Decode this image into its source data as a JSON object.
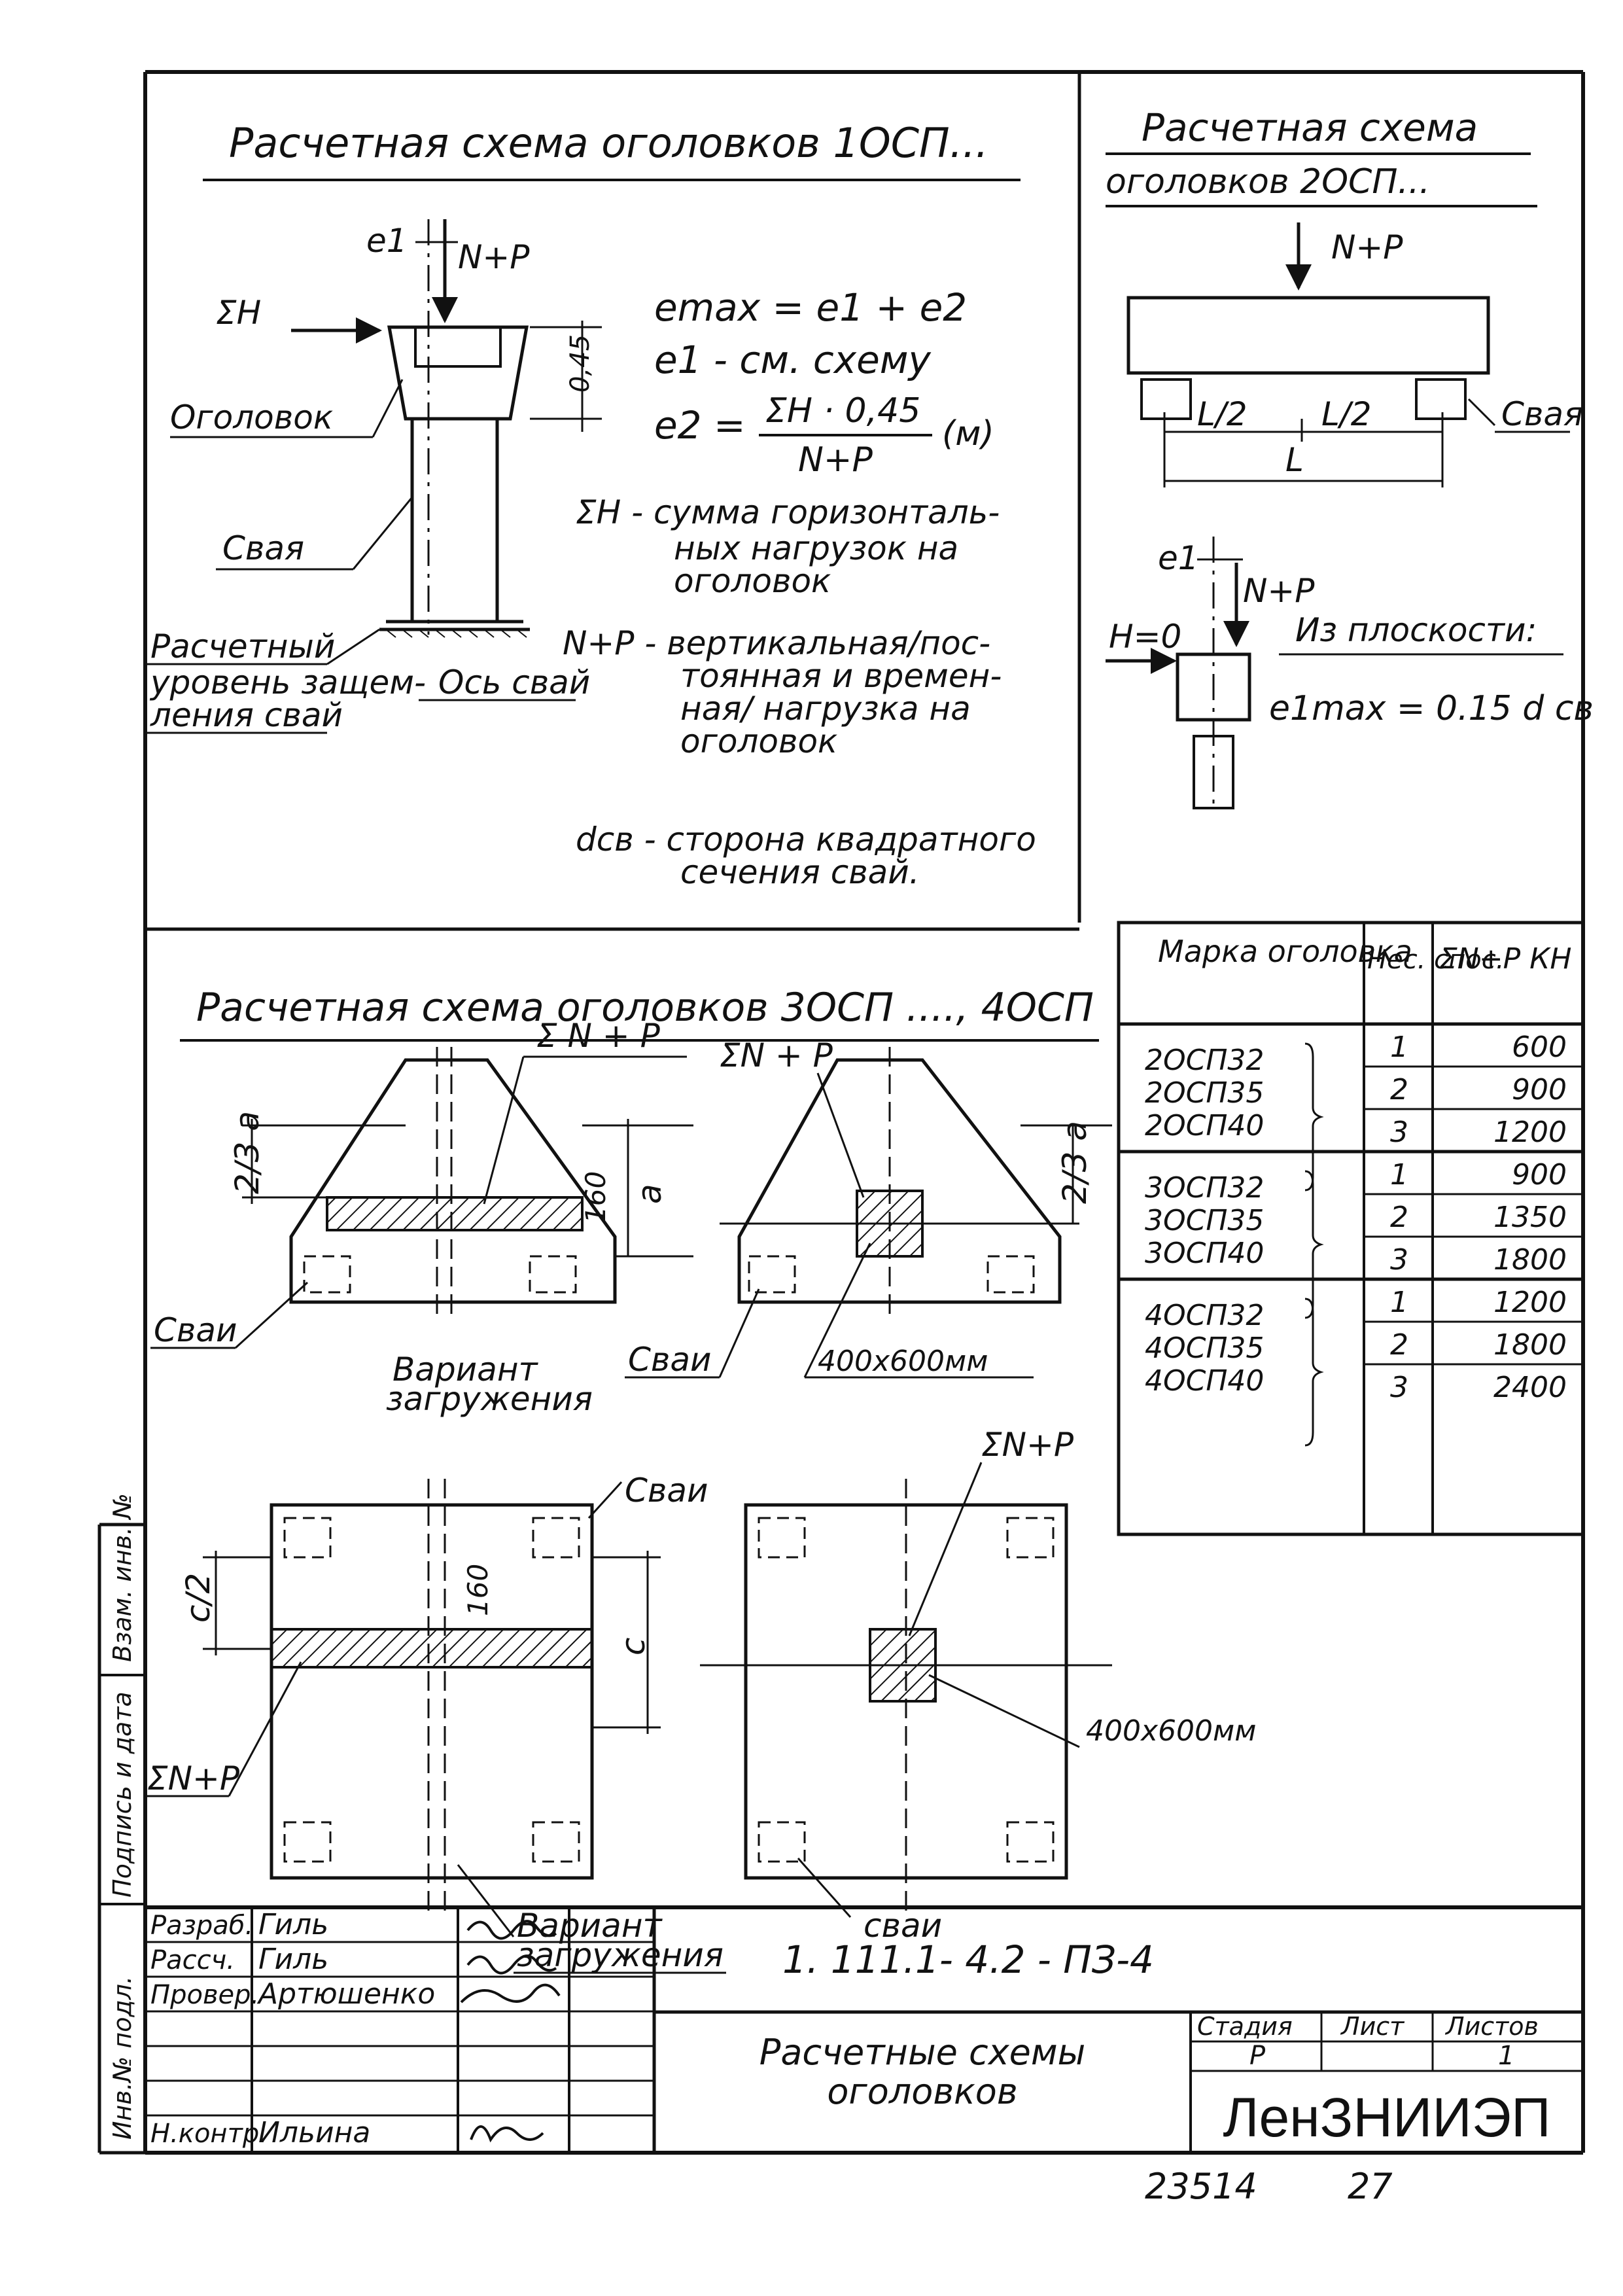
{
  "panel1": {
    "title": "Расчетная схема оголовков 1ОСП...",
    "label_l1": "e1",
    "label_np": "N+P",
    "label_sh": "ΣH",
    "label_dim": "0,45",
    "label_head": "Оголовок",
    "label_pile": "Свая",
    "label_level_1": "Расчетный",
    "label_level_2": "уровень защем-",
    "label_level_3": "ления свай",
    "label_axis": "Ось свай",
    "f_emax": "emax = e1 + e2",
    "f_e1": "e1 - см. схему",
    "f_e2_lhs": "e2 =",
    "f_e2_num": "ΣH · 0,45",
    "f_e2_den": "N+P",
    "f_e2_unit": "(м)",
    "def_h_1": "ΣH - сумма горизонталь-",
    "def_h_2": "ных нагрузок на",
    "def_h_3": "оголовок",
    "def_np_1": "N+P - вертикальная/пос-",
    "def_np_2": "тоянная и времен-",
    "def_np_3": "ная/ нагрузка на",
    "def_np_4": "оголовок",
    "def_d_1": "dсв - сторона квадратного",
    "def_d_2": "сечения свай."
  },
  "panel2": {
    "title_1": "Расчетная схема",
    "title_2": "оголовков 2ОСП...",
    "label_np": "N+P",
    "label_half1": "L/2",
    "label_half2": "L/2",
    "label_L": "L",
    "label_pile": "Свая",
    "label_e1": "e1",
    "label_np2": "N+P",
    "label_h0": "H=0",
    "plane": "Из плоскости:",
    "formula": "e1max = 0.15 d св"
  },
  "panel3": {
    "title": "Расчетная схема оголовков 3ОСП ...., 4ОСП",
    "label_snp_a": "Σ N + P",
    "label_snp_b": "ΣN + P",
    "label_23a_a": "2/3 a",
    "label_160_a": "160",
    "label_a": "a",
    "label_23a_b": "2/3 a",
    "label_piles_a": "Сваи",
    "label_variant_a1": "Вариант",
    "label_variant_a2": "загружения",
    "label_pile_b": "Сваи",
    "label_size_b": "400х600мм",
    "label_snp_c": "ΣN+P",
    "label_piles_c": "Сваи",
    "label_c2": "c/2",
    "label_160_c": "160",
    "label_c": "c",
    "label_snp_d": "ΣN+P",
    "label_variant_c1": "Вариант",
    "label_variant_c2": "загружения",
    "label_piles_d": "сваи",
    "label_size_d": "400х600мм"
  },
  "table": {
    "headers": [
      "Марка оголовка",
      "Нес. спос.",
      "ΣN+P КН"
    ],
    "groups": [
      {
        "marks": [
          "2ОСП32",
          "2ОСП35",
          "2ОСП40"
        ],
        "rows": [
          [
            "1",
            "600"
          ],
          [
            "2",
            "900"
          ],
          [
            "3",
            "1200"
          ]
        ]
      },
      {
        "marks": [
          "3ОСП32",
          "3ОСП35",
          "3ОСП40"
        ],
        "rows": [
          [
            "1",
            "900"
          ],
          [
            "2",
            "1350"
          ],
          [
            "3",
            "1800"
          ]
        ]
      },
      {
        "marks": [
          "4ОСП32",
          "4ОСП35",
          "4ОСП40"
        ],
        "rows": [
          [
            "1",
            "1200"
          ],
          [
            "2",
            "1800"
          ],
          [
            "3",
            "2400"
          ]
        ]
      }
    ]
  },
  "side_stamp": {
    "s1": "Взам. инв. №",
    "s2": "Подпись и дата",
    "s3": "Инв.№ подл."
  },
  "title_block": {
    "roles": [
      "Разраб.",
      "Рассч.",
      "Провер.",
      "",
      "",
      "",
      "Н.контр."
    ],
    "names": [
      "Гиль",
      "Гиль",
      "Артюшенко",
      "",
      "",
      "",
      "Ильина"
    ],
    "doc_code": "1. 111.1- 4.2 - ПЗ-4",
    "sheet_title_1": "Расчетные схемы",
    "sheet_title_2": "оголовков",
    "stage_label": "Стадия",
    "sheet_label": "Лист",
    "sheets_label": "Листов",
    "stage_value": "Р",
    "sheets_value": "1",
    "org": "ЛенЗНИИЭП"
  },
  "bottom": {
    "number": "23514",
    "page": "27"
  }
}
